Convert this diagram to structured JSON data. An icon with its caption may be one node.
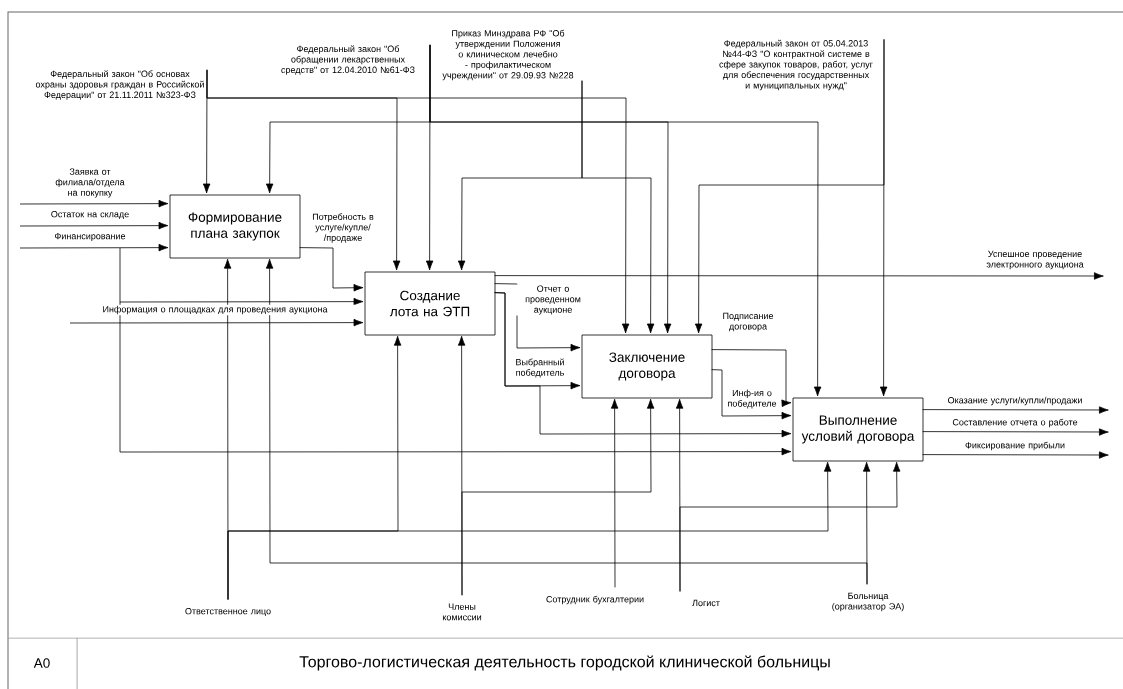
{
  "diagram": {
    "title": "Торгово-логистическая деятельность городской клинической больницы",
    "nodes": [
      {
        "text": [
          "Формирование плана закупок"
        ]
      },
      {
        "text": [
          "Создание лота на ЭТП"
        ]
      },
      {
        "text": [
          "Заключение договора"
        ]
      },
      {
        "text": [
          "Выполнение условий договора"
        ]
      },
      {
        "text": [
          "Федеральный закон \"Об основах охраны здоровья граждан в Российской Федерации\" от 21.11.2011 №323-ФЗ"
        ]
      },
      {
        "text": [
          "Федеральный закон \"Об обращении лекарственных средств\" от 12.04.2010 №61-ФЗ"
        ]
      },
      {
        "text": [
          "Приказ Минздрава РФ \"Об утверждении Положения о клиническом лечебно - профилактическом учреждении\" от 29.09.93 №228"
        ]
      },
      {
        "text": [
          "Федеральный закон от 05.04.2013 №44-ФЗ \"О контрактной системе в сфере закупок товаров, работ, услуг для обеспечения государственных и муниципальных нужд\""
        ]
      },
      {
        "text": [
          "Ответственное лицо"
        ]
      },
      {
        "text": [
          "Члены комиссии"
        ]
      },
      {
        "text": [
          "Сотрудник бухгалтерии"
        ]
      },
      {
        "text": [
          "Логист"
        ]
      },
      {
        "text": [
          "Больница (организатор ЭА)"
        ]
      }
    ],
    "edges": [
      {
        "from": null,
        "to": 0,
        "arrow": "to",
        "label": "Заявка от филиала/отдела на покупку"
      },
      {
        "from": null,
        "to": 0,
        "arrow": "to",
        "label": "Остаток на складе"
      },
      {
        "from": null,
        "to": 0,
        "arrow": "to",
        "label": "Финансирование"
      },
      {
        "from": null,
        "to": 1,
        "arrow": "to"
      },
      {
        "from": null,
        "to": 3,
        "arrow": "to"
      },
      {
        "from": null,
        "to": 1,
        "arrow": "to",
        "label": "Информация о площадках для проведения аукциона"
      },
      {
        "from": 0,
        "to": 1,
        "arrow": "to",
        "label": "Потребность в услуге/купле/ /продаже"
      },
      {
        "from": 1,
        "to": null,
        "arrow": "to",
        "label": "Успешное проведение электронного аукциона"
      },
      {
        "from": 1,
        "to": 2,
        "arrow": "to",
        "label": "Отчет о проведенном аукционе"
      },
      {
        "from": 1,
        "to": 2,
        "arrow": "to",
        "label": "Выбранный победитель"
      },
      {
        "from": 1,
        "to": 3,
        "arrow": "to"
      },
      {
        "from": 2,
        "to": 3,
        "arrow": "to",
        "label": "Подписание договора"
      },
      {
        "from": 2,
        "to": 3,
        "arrow": "to",
        "label": "Инф-ия о победителе"
      },
      {
        "from": 3,
        "to": null,
        "arrow": "to",
        "label": "Оказание услуги/купли/продажи"
      },
      {
        "from": 3,
        "to": null,
        "arrow": "to",
        "label": "Составление отчета о работе"
      },
      {
        "from": 3,
        "to": null,
        "arrow": "to",
        "label": "Фиксирование прибыли"
      },
      {
        "from": 4,
        "to": 0,
        "arrow": "to"
      },
      {
        "from": 4,
        "to": 1,
        "arrow": "to"
      },
      {
        "from": 4,
        "to": 2,
        "arrow": "to"
      },
      {
        "from": 5,
        "to": 1,
        "arrow": "to"
      },
      {
        "from": 5,
        "to": 0,
        "arrow": "to"
      },
      {
        "from": 5,
        "to": 2,
        "arrow": "to"
      },
      {
        "from": 5,
        "to": 3,
        "arrow": "to"
      },
      {
        "from": 6,
        "to": 1,
        "arrow": "to"
      },
      {
        "from": 6,
        "to": 2,
        "arrow": "to"
      },
      {
        "from": 7,
        "to": 3,
        "arrow": "to"
      },
      {
        "from": 7,
        "to": 2,
        "arrow": "to"
      },
      {
        "from": 8,
        "to": 0,
        "arrow": "to"
      },
      {
        "from": 8,
        "to": 1,
        "arrow": "to"
      },
      {
        "from": 8,
        "to": 3,
        "arrow": "to"
      },
      {
        "from": 9,
        "to": 1,
        "arrow": "to"
      },
      {
        "from": 9,
        "to": 2,
        "arrow": "to"
      },
      {
        "from": 10,
        "to": 2,
        "arrow": "to"
      },
      {
        "from": 11,
        "to": 2,
        "arrow": "to"
      },
      {
        "from": 11,
        "to": 3,
        "arrow": "to"
      },
      {
        "from": 12,
        "to": 3,
        "arrow": "to"
      },
      {
        "from": 12,
        "to": 0,
        "arrow": "to"
      }
    ],
    "labels": [
      "A0"
    ]
  }
}
